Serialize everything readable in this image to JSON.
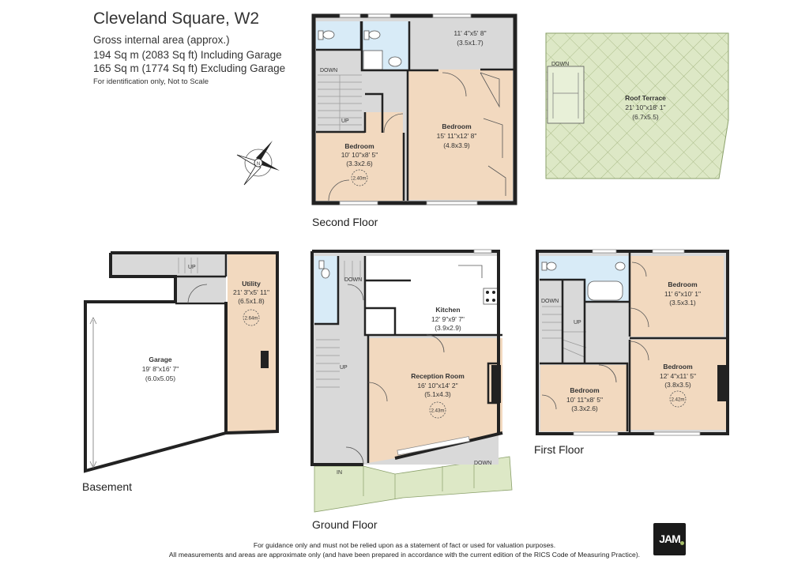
{
  "header": {
    "title": "Cleveland Square, W2",
    "gross_area_label": "Gross internal area (approx.)",
    "area_including_garage": "194 Sq m (2083 Sq ft) Including Garage",
    "area_excluding_garage": "165 Sq m (1774 Sq ft) Excluding Garage",
    "note": "For identification only, Not to Scale"
  },
  "compass": {
    "letter": "N"
  },
  "colors": {
    "room_fill": "#f2d9bf",
    "floor_fill": "#d9d9d9",
    "wet_fill": "#d8ebf7",
    "terrace_fill": "#dde8c6",
    "wall": "#222222"
  },
  "floors": {
    "second": {
      "label": "Second Floor",
      "rooms": [
        {
          "name": "",
          "dims_imperial": "11' 4\"x5' 8\"",
          "dims_metric": "(3.5x1.7)"
        },
        {
          "name": "Bedroom",
          "dims_imperial": "15' 11\"x12' 8\"",
          "dims_metric": "(4.8x3.9)"
        },
        {
          "name": "Bedroom",
          "dims_imperial": "10' 10\"x8' 5\"",
          "dims_metric": "(3.3x2.6)",
          "height": "2.40m"
        }
      ],
      "stairs": [
        "DOWN",
        "UP"
      ]
    },
    "roof": {
      "room": {
        "name": "Roof Terrace",
        "dims_imperial": "21' 10\"x18' 1\"",
        "dims_metric": "(6.7x5.5)"
      },
      "stairs": [
        "DOWN"
      ]
    },
    "basement": {
      "label": "Basement",
      "rooms": [
        {
          "name": "Utility",
          "dims_imperial": "21' 3\"x5' 11\"",
          "dims_metric": "(6.5x1.8)",
          "height": "2.64m"
        },
        {
          "name": "Garage",
          "dims_imperial": "19' 8\"x16' 7\"",
          "dims_metric": "(6.0x5.05)"
        }
      ],
      "stairs": [
        "UP"
      ]
    },
    "ground": {
      "label": "Ground Floor",
      "rooms": [
        {
          "name": "Kitchen",
          "dims_imperial": "12' 9\"x9' 7\"",
          "dims_metric": "(3.9x2.9)"
        },
        {
          "name": "Reception Room",
          "dims_imperial": "16' 10\"x14' 2\"",
          "dims_metric": "(5.1x4.3)",
          "height": "2.43m"
        }
      ],
      "stairs": [
        "DOWN",
        "UP",
        "DOWN"
      ],
      "entrance": "IN"
    },
    "first": {
      "label": "First Floor",
      "rooms": [
        {
          "name": "Bedroom",
          "dims_imperial": "11' 6\"x10' 1\"",
          "dims_metric": "(3.5x3.1)"
        },
        {
          "name": "Bedroom",
          "dims_imperial": "12' 4\"x11' 5\"",
          "dims_metric": "(3.8x3.5)",
          "height": "2.42m"
        },
        {
          "name": "Bedroom",
          "dims_imperial": "10' 11\"x8' 5\"",
          "dims_metric": "(3.3x2.6)"
        }
      ],
      "stairs": [
        "DOWN",
        "UP"
      ]
    }
  },
  "footer": {
    "disclaimer_1": "For guidance only and must not be relied upon as a statement of fact or used for valuation purposes.",
    "disclaimer_2": "All measurements and areas are approximate only (and have been prepared in accordance with the current edition of the RICS Code of Measuring Practice).",
    "logo_text": "JAM"
  }
}
